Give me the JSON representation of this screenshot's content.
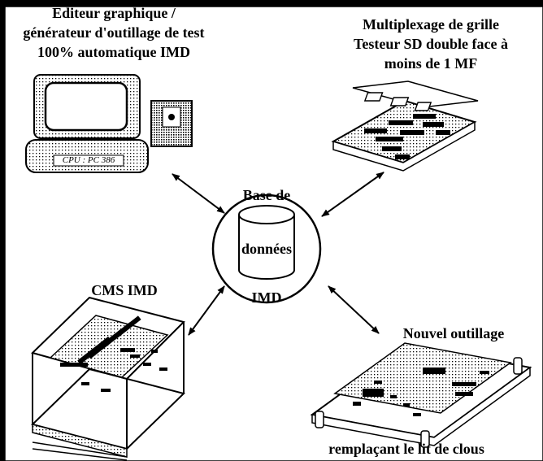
{
  "top_left": {
    "line1": "Editeur graphique /",
    "line2": "générateur d'outillage de test",
    "line3": "100%  automatique IMD"
  },
  "cpu_label": "CPU : PC 386",
  "top_right": {
    "line1": "Multiplexage de grille",
    "line2": "Testeur SD double face à",
    "line3": "moins de 1 MF"
  },
  "center": {
    "line1": "Base de",
    "line2": "données",
    "line3": "IMD"
  },
  "bottom_left": {
    "title": "CMS IMD"
  },
  "bottom_right": {
    "title": "Nouvel outillage",
    "caption": "remplaçant le lit de clous"
  }
}
